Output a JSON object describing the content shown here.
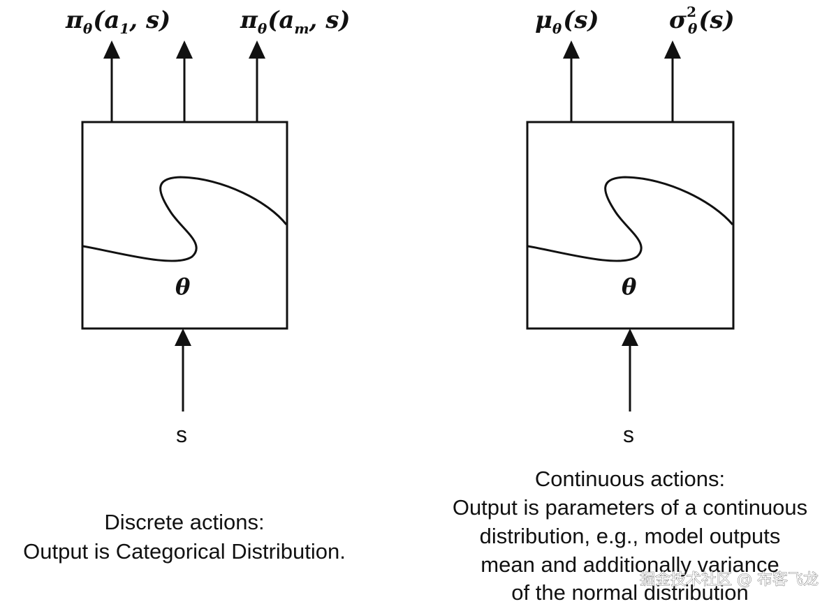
{
  "left_panel": {
    "outputs": {
      "first": {
        "fn": "π",
        "sub": "θ",
        "args": "(a",
        "arg_sub": "1",
        "tail": ", s)"
      },
      "last": {
        "fn": "π",
        "sub": "θ",
        "args": "(a",
        "arg_sub": "m",
        "tail": ", s)"
      }
    },
    "param": "θ",
    "input": "s",
    "caption": [
      "Discrete actions:",
      "Output is Categorical Distribution."
    ]
  },
  "right_panel": {
    "outputs": {
      "mean": {
        "fn": "μ",
        "sub": "θ",
        "tail": "(s)"
      },
      "variance": {
        "fn": "σ",
        "sup": "2",
        "sub": "θ",
        "tail": "(s)"
      }
    },
    "param": "θ",
    "input": "s",
    "caption": [
      "Continuous actions:",
      "Output is parameters of a continuous",
      "distribution, e.g., model outputs",
      "mean and additionally variance",
      "of the normal distribution"
    ]
  },
  "watermark": "掘金技术社区 @ 布客飞龙"
}
